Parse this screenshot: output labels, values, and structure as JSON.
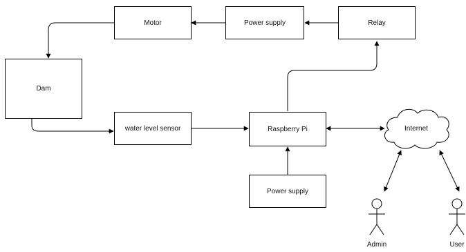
{
  "nodes": {
    "motor": "Motor",
    "power_supply_top": "Power supply",
    "relay": "Relay",
    "dam": "Dam",
    "water_level_sensor": "water level sensor",
    "raspberry_pi": "Raspberry Pi",
    "internet": "Internet",
    "power_supply_bottom": "Power supply"
  },
  "actors": {
    "admin": "Admin",
    "user": "User"
  },
  "edges": [
    {
      "from": "relay",
      "to": "power_supply_top",
      "direction": "forward"
    },
    {
      "from": "power_supply_top",
      "to": "motor",
      "direction": "forward"
    },
    {
      "from": "motor",
      "to": "dam",
      "direction": "forward"
    },
    {
      "from": "dam",
      "to": "water_level_sensor",
      "direction": "forward"
    },
    {
      "from": "water_level_sensor",
      "to": "raspberry_pi",
      "direction": "forward"
    },
    {
      "from": "raspberry_pi",
      "to": "relay",
      "direction": "forward"
    },
    {
      "from": "raspberry_pi",
      "to": "internet",
      "direction": "both"
    },
    {
      "from": "power_supply_bottom",
      "to": "raspberry_pi",
      "direction": "forward"
    },
    {
      "from": "internet",
      "to": "admin",
      "direction": "both"
    },
    {
      "from": "internet",
      "to": "user",
      "direction": "both"
    }
  ]
}
